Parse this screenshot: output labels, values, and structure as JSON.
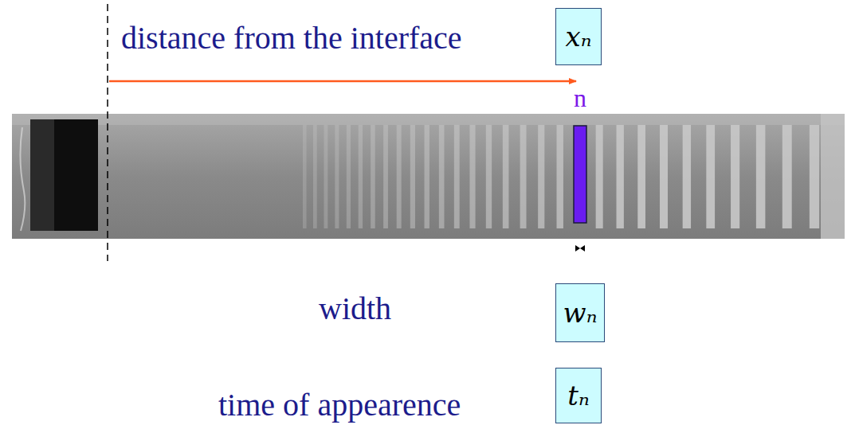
{
  "diagram": {
    "nodes": [
      {
        "text": [
          "xₙ"
        ]
      },
      {
        "text": [
          "wₙ"
        ]
      },
      {
        "text": [
          "tₙ"
        ]
      }
    ],
    "labels": [
      "distance from the interface",
      "n",
      "width",
      "time of appearence"
    ]
  }
}
